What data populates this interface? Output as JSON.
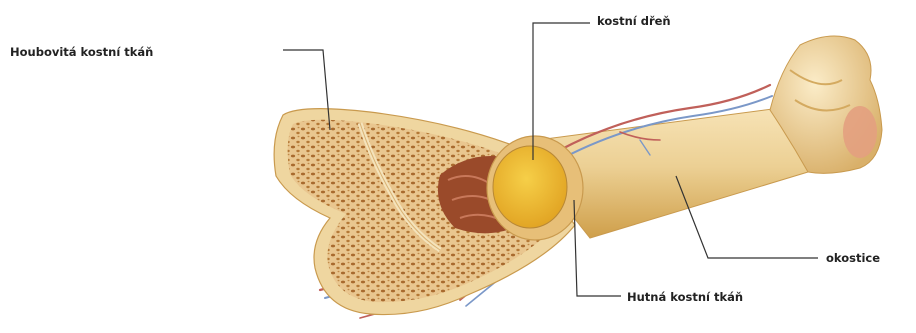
{
  "labels": {
    "spongy": "Houbovitá kostní tkáň",
    "marrow": "kostní dřeň",
    "periosteum": "okostice",
    "compact": "Hutná kostní tkáň"
  },
  "colors": {
    "bone_outer": "#edd090",
    "bone_shadow": "#cf9f4a",
    "spongy_fill": "#e7c28e",
    "spongy_pores": "#a86a2e",
    "marrow_yellow": "#f1be2c",
    "red_marrow": "#9a4a2a",
    "vessel_red": "#c0605a",
    "vessel_blue": "#7b98c8",
    "leader_line": "#333333"
  }
}
